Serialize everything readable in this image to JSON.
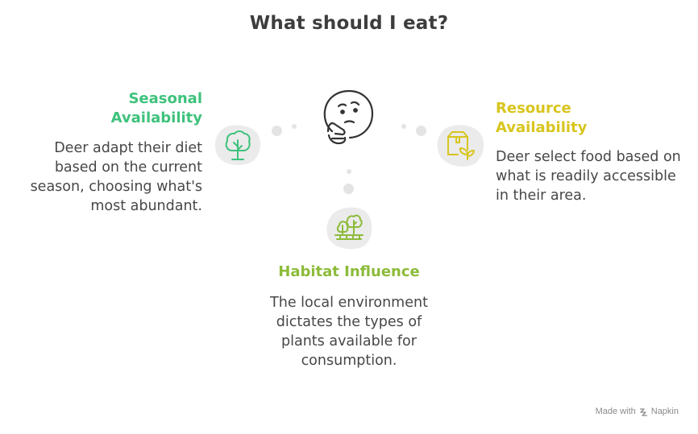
{
  "title": "What should I eat?",
  "colors": {
    "seasonal": "#3ec27c",
    "habitat": "#8cbb3a",
    "resource": "#d8c51d"
  },
  "items": {
    "seasonal": {
      "title": "Seasonal Availability",
      "description": "Deer adapt their diet based on the current season, choosing what's most abundant.",
      "icon": "tree-icon"
    },
    "habitat": {
      "title": "Habitat Influence",
      "description": "The local environment dictates the types of plants available for consumption.",
      "icon": "forest-icon"
    },
    "resource": {
      "title": "Resource Availability",
      "description": "Deer select food based on what is readily accessible in their area.",
      "icon": "box-plant-icon"
    }
  },
  "center_icon": "thinking-face-icon",
  "footer": {
    "made_with": "Made with",
    "brand": "Napkin"
  }
}
